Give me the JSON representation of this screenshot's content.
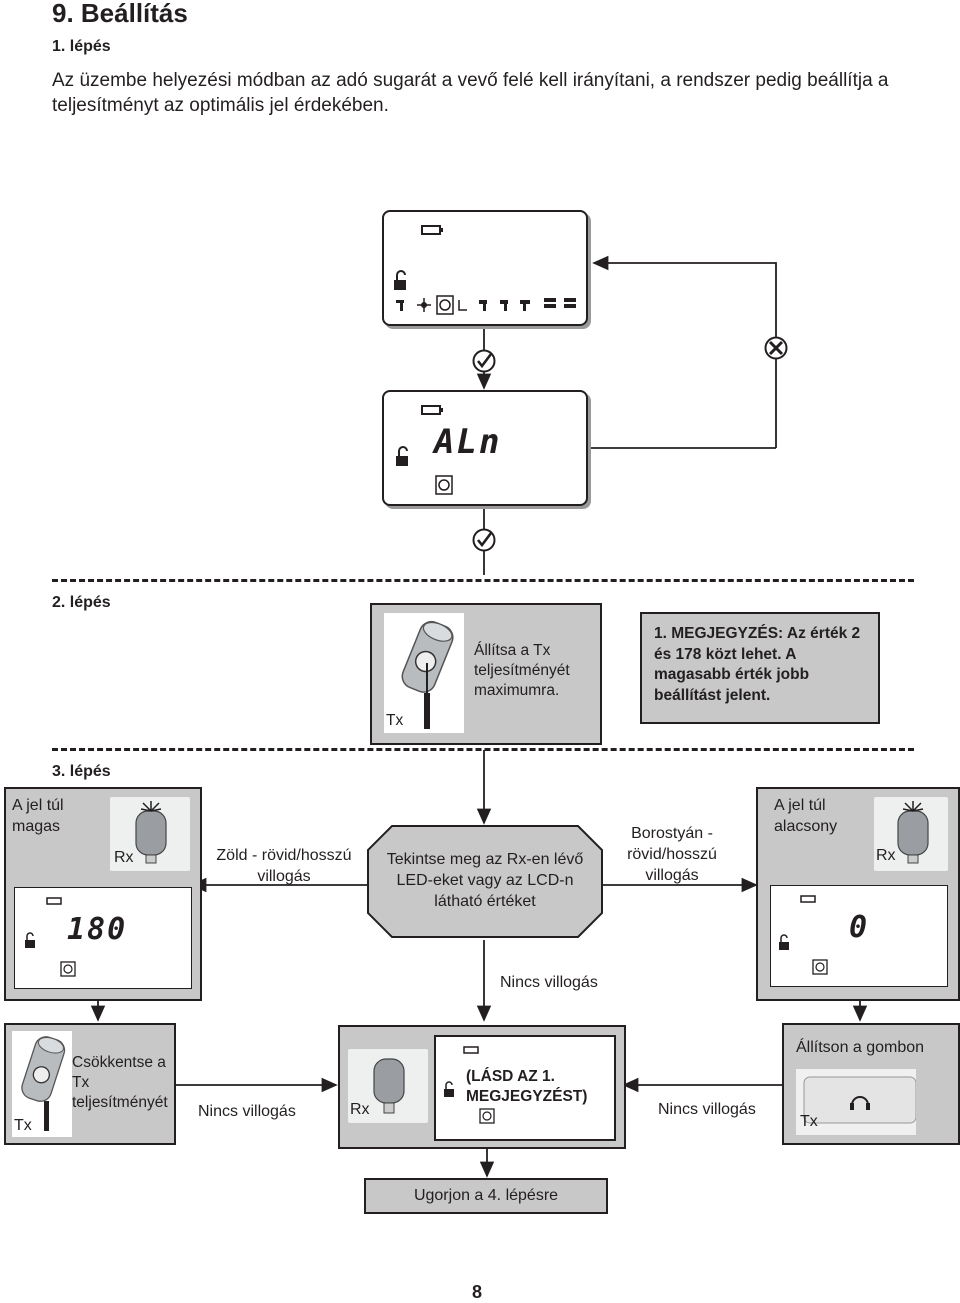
{
  "page": {
    "title": "9. Beállítás",
    "step1_label": "1. lépés",
    "intro": "Az üzembe helyezési módban az adó sugarát a vevő felé kell irányítani, a rendszer pedig beállítja a teljesítményt az optimális jel érdekében.",
    "step2_label": "2. lépés",
    "step3_label": "3. lépés",
    "page_number": "8"
  },
  "step1": {
    "lcd_display_text": "ALn",
    "check_icon": "check-circle-icon",
    "cross_icon": "cross-circle-icon"
  },
  "step2": {
    "tx_label": "Tx",
    "instruction": "Állítsa a Tx teljesítményét maximumra.",
    "note": "1. MEGJEGYZÉS: Az érték 2 és 178 közt lehet. A magasabb érték jobb beállítást jelent."
  },
  "step3": {
    "left_title": "A jel túl magas",
    "left_rx_label": "Rx",
    "left_lcd_value": "180",
    "green_text": "Zöld - rövid/hosszú villogás",
    "center_text": "Tekintse meg az Rx-en lévő LED-eket vagy az LCD-n látható értéket",
    "amber_text": "Borostyán - rövid/hosszú villogás",
    "right_title": "A jel túl alacsony",
    "right_rx_label": "Rx",
    "right_lcd_value": "0",
    "no_flash_center": "Nincs villogás",
    "decrease_text": "Csökkentse a Tx teljesítményét",
    "decrease_tx_label": "Tx",
    "no_flash_left": "Nincs villogás",
    "bottom_rx_label": "Rx",
    "see_note": "(LÁSD AZ 1. MEGJEGYZÉST)",
    "no_flash_right": "Nincs villogás",
    "adjust_text": "Állítson a gombon",
    "adjust_tx_label": "Tx",
    "jump_text": "Ugorjon a 4. lépésre"
  }
}
